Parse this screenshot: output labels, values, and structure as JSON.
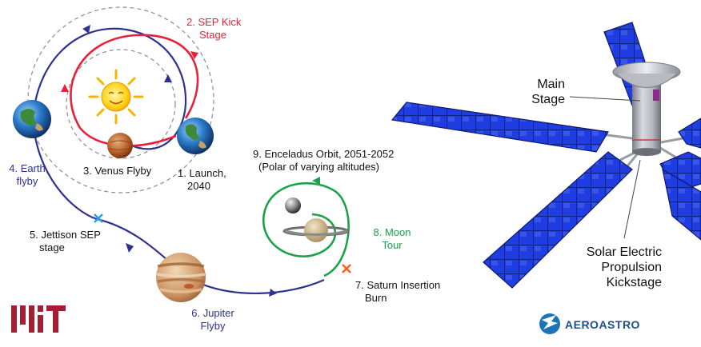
{
  "trajectory": {
    "launch": {
      "line1": "1. Launch,",
      "line2": "2040"
    },
    "sep_kick": {
      "line1": "2. SEP Kick",
      "line2": "Stage"
    },
    "venus": "3. Venus Flyby",
    "earth_flyby": {
      "line1": "4. Earth",
      "line2": "flyby"
    },
    "jettison": {
      "line1": "5. Jettison SEP",
      "line2": "stage"
    },
    "jupiter": {
      "line1": "6. Jupiter",
      "line2": "Flyby"
    },
    "saturn_insertion": {
      "line1": "7. Saturn Insertion",
      "line2": "Burn"
    },
    "moon_tour": {
      "line1": "8. Moon",
      "line2": "Tour"
    },
    "enceladus": {
      "line1": "9. Enceladus Orbit, 2051-2052",
      "line2": "(Polar of varying altitudes)"
    }
  },
  "spacecraft": {
    "main_stage": {
      "line1": "Main",
      "line2": "Stage"
    },
    "sep_kickstage": {
      "line1": "Solar Electric",
      "line2": "Propulsion",
      "line3": "Kickstage"
    }
  },
  "logos": {
    "left": "MIT",
    "right": "AEROASTRO"
  },
  "colors": {
    "navy": "#2e3190",
    "red": "#e8203a",
    "green": "#1aa34a",
    "panel": "#1f3de0"
  }
}
